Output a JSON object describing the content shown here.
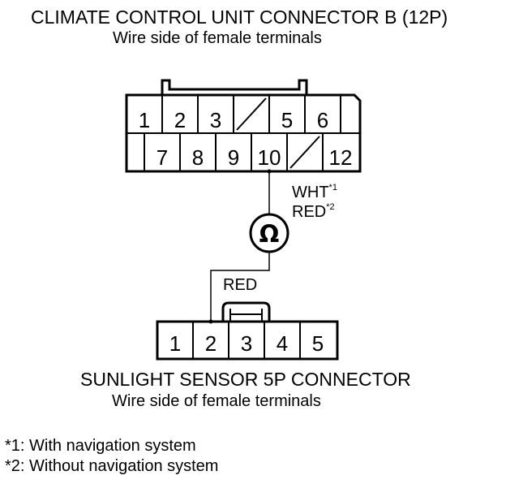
{
  "upper_connector": {
    "title": "CLIMATE CONTROL UNIT CONNECTOR B (12P)",
    "subtitle": "Wire side of female terminals",
    "row1": [
      "1",
      "2",
      "3",
      "",
      "5",
      "6",
      ""
    ],
    "row2": [
      "",
      "7",
      "8",
      "9",
      "10",
      "",
      "12"
    ]
  },
  "wire_upper": {
    "color_1": "WHT",
    "mark_1": "*1",
    "color_2": "RED",
    "mark_2": "*2"
  },
  "ohmmeter": {
    "symbol": "Ω"
  },
  "wire_lower": {
    "color": "RED"
  },
  "lower_connector": {
    "title": "SUNLIGHT SENSOR 5P CONNECTOR",
    "subtitle": "Wire side of female terminals",
    "pins": [
      "1",
      "2",
      "3",
      "4",
      "5"
    ]
  },
  "notes": [
    "*1: With navigation system",
    "*2: Without navigation system"
  ]
}
